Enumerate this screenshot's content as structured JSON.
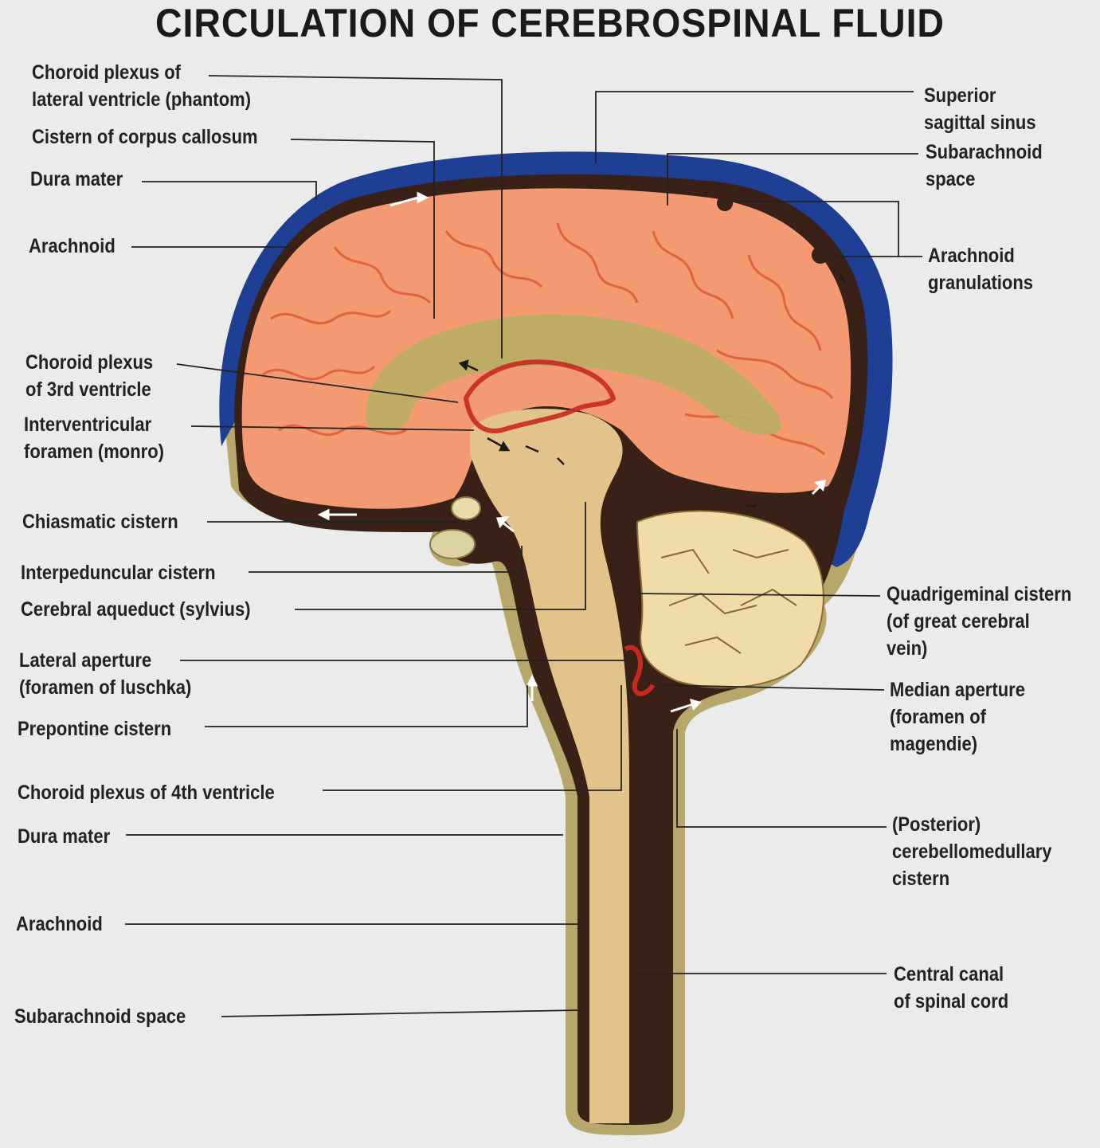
{
  "title": "CIRCULATION OF CEREBROSPINAL FLUID",
  "colors": {
    "background": "#ebebeb",
    "brain": "#f39a73",
    "brain_gyri_lines": "#d9512e",
    "sinus_blue": "#1e3f94",
    "subarachnoid_dark": "#3a2118",
    "dura_outline": "#b7a76a",
    "cerebellum": "#f0dca6",
    "brainstem": "#e2c48a",
    "corpus_callosum": "#b9ae63",
    "choroid_red": "#c7291f"
  },
  "icons": [
    "white-flow-arrow-icon",
    "black-flow-arrow-icon"
  ],
  "labels_left": [
    {
      "key": "choroid_lateral",
      "text": "Choroid plexus of\nlateral ventricle (phantom)"
    },
    {
      "key": "cistern_callosum",
      "text": "Cistern of corpus callosum"
    },
    {
      "key": "dura_top",
      "text": "Dura mater"
    },
    {
      "key": "arachnoid_top",
      "text": "Arachnoid"
    },
    {
      "key": "choroid_3rd",
      "text": "Choroid plexus\nof 3rd ventricle"
    },
    {
      "key": "foramen_monro",
      "text": "Interventricular\nforamen (monro)"
    },
    {
      "key": "chiasmatic",
      "text": "Chiasmatic cistern"
    },
    {
      "key": "interpeduncular",
      "text": "Interpeduncular cistern"
    },
    {
      "key": "aqueduct",
      "text": "Cerebral aqueduct (sylvius)"
    },
    {
      "key": "lateral_aperture",
      "text": "Lateral aperture\n(foramen of luschka)"
    },
    {
      "key": "prepontine",
      "text": "Prepontine cistern"
    },
    {
      "key": "choroid_4th",
      "text": "Choroid plexus of 4th ventricle"
    },
    {
      "key": "dura_bottom",
      "text": "Dura mater"
    },
    {
      "key": "arachnoid_bottom",
      "text": "Arachnoid"
    },
    {
      "key": "subarachnoid_bottom",
      "text": "Subarachnoid space"
    }
  ],
  "labels_right": [
    {
      "key": "sagittal_sinus",
      "text": "Superior\nsagittal sinus"
    },
    {
      "key": "subarachnoid_top",
      "text": "Subarachnoid\nspace"
    },
    {
      "key": "granulations",
      "text": "Arachnoid\ngranulations"
    },
    {
      "key": "quadrigeminal",
      "text": "Quadrigeminal cistern\n(of great cerebral vein)"
    },
    {
      "key": "median_aperture",
      "text": "Median aperture\n(foramen of magendie)"
    },
    {
      "key": "cerebellomedullary",
      "text": "(Posterior)\ncerebellomedullary\ncistern"
    },
    {
      "key": "central_canal",
      "text": "Central canal\nof spinal cord"
    }
  ]
}
